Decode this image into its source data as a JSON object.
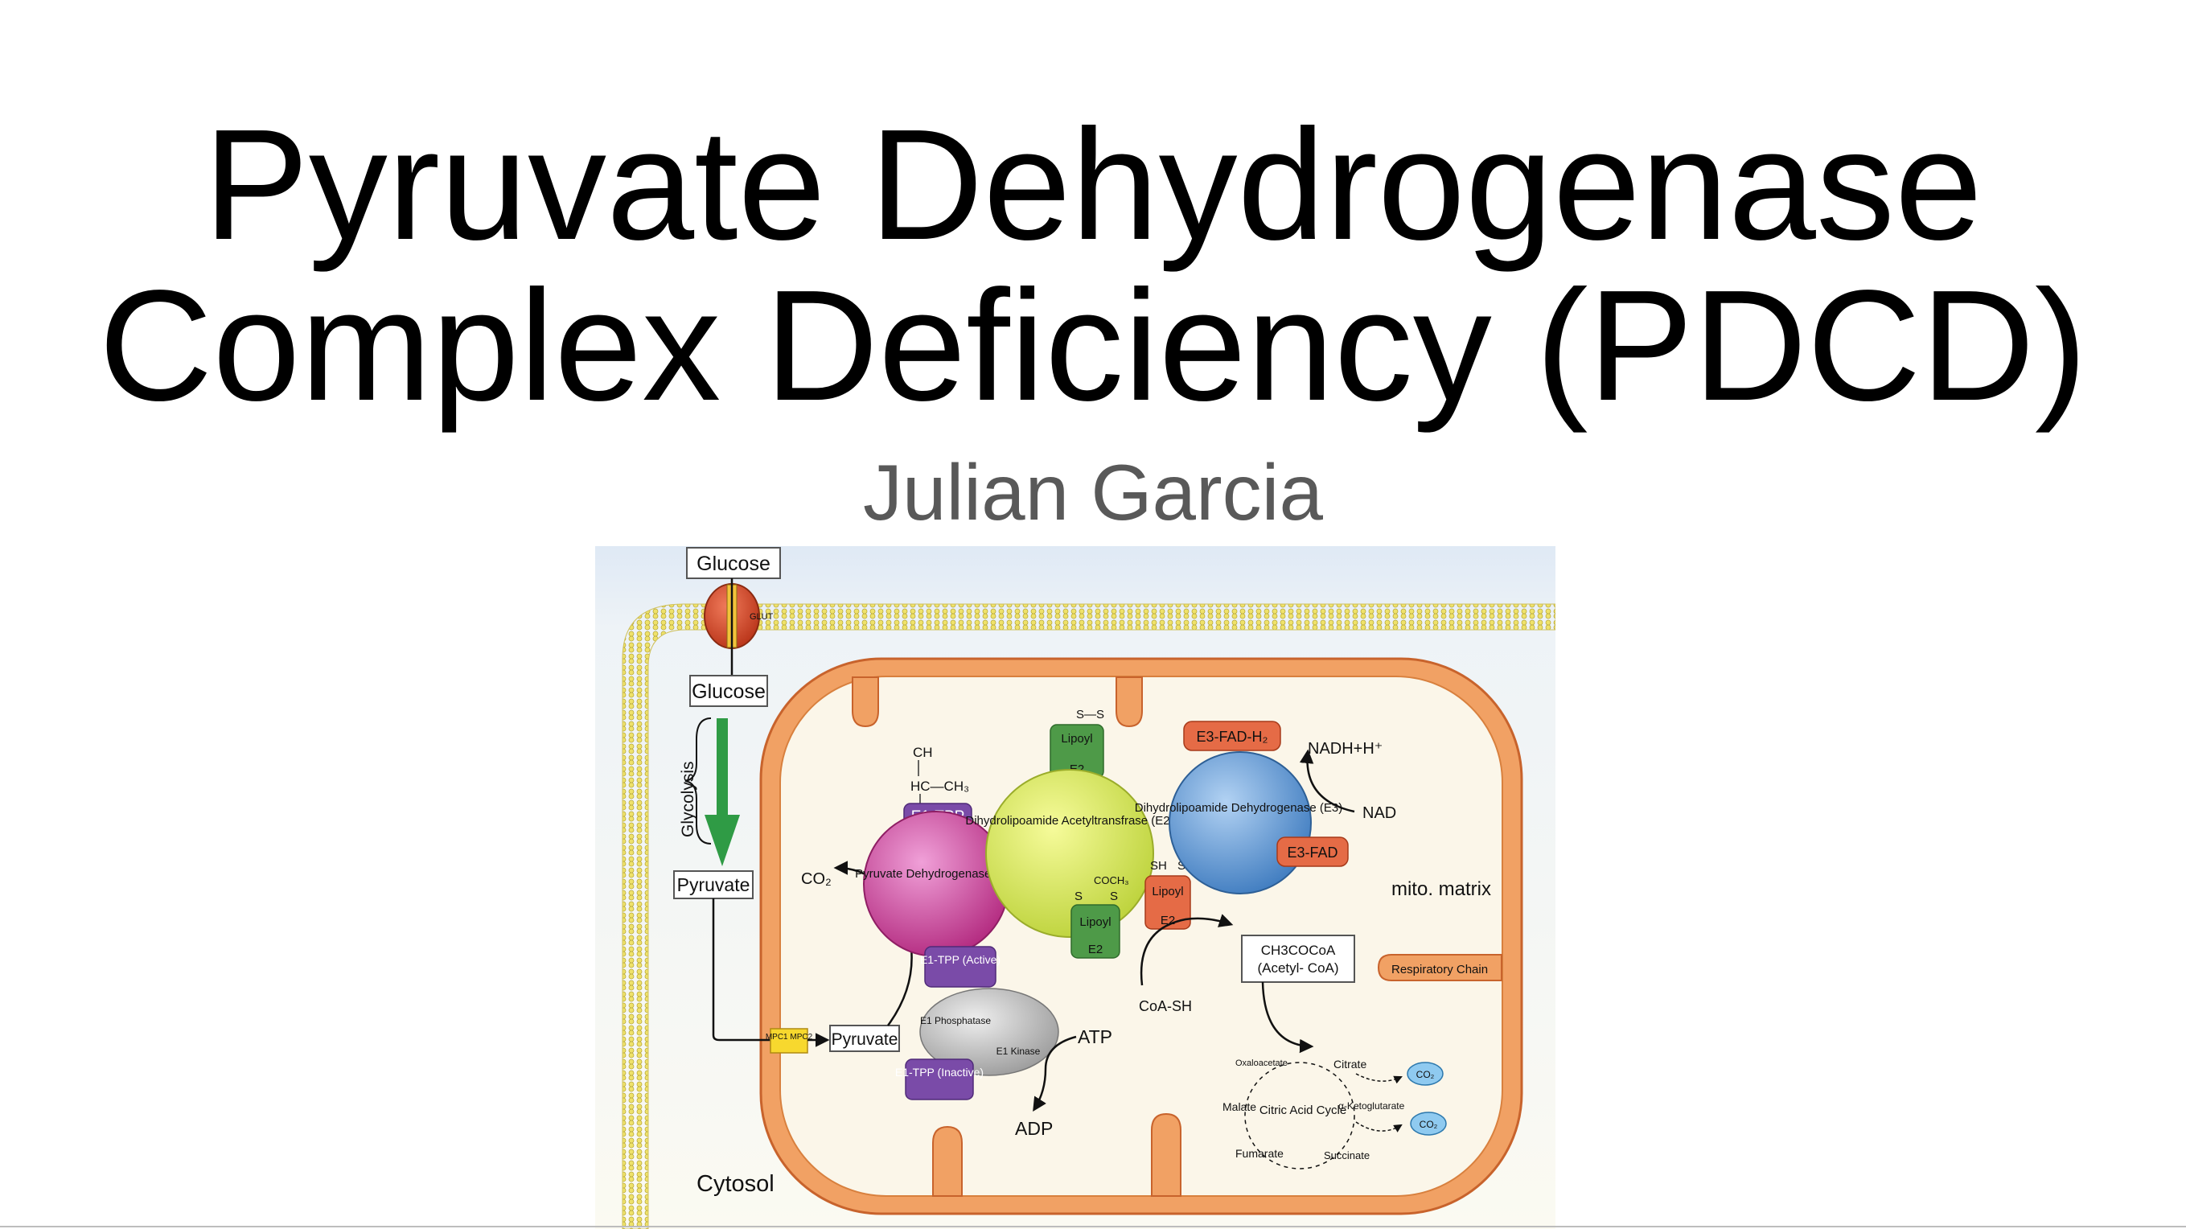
{
  "slide": {
    "title_line1": "Pyruvate Dehydrogenase",
    "title_line2": "Complex Deficiency (PDCD)",
    "author": "Julian Garcia"
  },
  "figure": {
    "glucose_top": "Glucose",
    "glut": "GLUT",
    "glucose_inside": "Glucose",
    "glycolysis": "Glycolysis",
    "pyruvate_cytosol": "Pyruvate",
    "mpc": "MPC1 MPC2",
    "pyruvate_matrix": "Pyruvate",
    "co2_left": "CO₂",
    "ch": "CH",
    "hc_ch3": "HC—CH₃",
    "e1_tpp": "E1-TPP",
    "e1_name": "Pyruvate Dehydrogenase (E1)",
    "e1_tpp_active": "E1-TPP (Active)",
    "e1_phosphatase": "E1 Phosphatase",
    "e1_kinase": "E1 Kinase",
    "e1_tpp_inactive": "E1-TPP (Inactive)",
    "atp": "ATP",
    "adp": "ADP",
    "s_s_top": "S—S",
    "lipoyl_top": "Lipoyl",
    "e2_top": "E2",
    "e2_name": "Dihydrolipoamide Acetyltransfrase (E2)",
    "coch3": "COCH₃",
    "s_left": "S",
    "s_right": "S",
    "lipoyl_bottom": "Lipoyl",
    "e2_bottom": "E2",
    "sh_left": "SH",
    "sh_right": "SH",
    "lipoyl_red": "Lipoyl",
    "e2_red": "E2",
    "e3_fadh2": "E3-FAD-H₂",
    "nadh": "NADH+H⁺",
    "nad": "NAD",
    "e3_name": "Dihydrolipoamide Dehydrogenase (E3)",
    "e3_fad": "E3-FAD",
    "mito_matrix": "mito. matrix",
    "acetyl_coa_formula": "CH3COCoA",
    "acetyl_coa_name": "(Acetyl- CoA)",
    "respiratory_chain": "Respiratory Chain",
    "coa_sh": "CoA-SH",
    "oxaloacetate": "Oxaloacetate",
    "citrate": "Citrate",
    "co2_a": "CO₂",
    "citric_acid_cycle": "Citric Acid Cycle",
    "malate": "Malate",
    "ketoglutarate": "α-Ketoglutarate",
    "co2_b": "CO₂",
    "fumarate": "Fumarate",
    "succinate": "Succinate",
    "cytosol": "Cytosol"
  }
}
